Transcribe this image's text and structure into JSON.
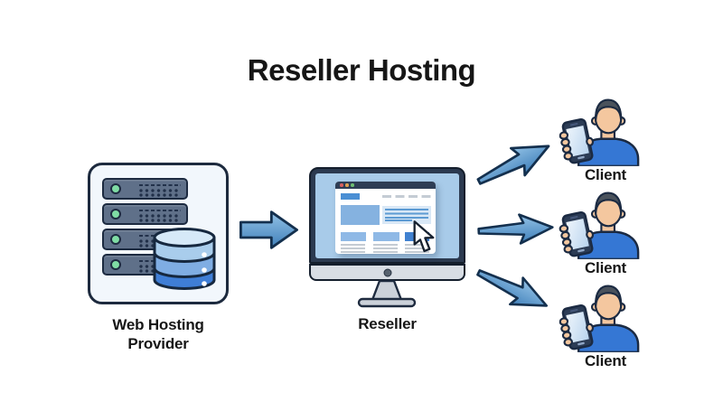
{
  "title": "Reseller Hosting",
  "provider": {
    "label_line1": "Web Hosting",
    "label_line2": "Provider"
  },
  "reseller": {
    "label": "Reseller"
  },
  "clients": [
    {
      "label": "Client"
    },
    {
      "label": "Client"
    },
    {
      "label": "Client"
    }
  ],
  "colors": {
    "background": "#ffffff",
    "text": "#161616",
    "box_fill": "#f2f7fc",
    "box_border": "#1d2a3e",
    "server_body": "#5f7089",
    "server_led": "#7fdca4",
    "db_top": "#d6e9f8",
    "db_band1": "#a9cdec",
    "db_band2": "#7fade3",
    "db_band3": "#3f7ed6",
    "arrow_fill_light": "#93c2e6",
    "arrow_fill_dark": "#4080ba",
    "arrow_outline": "#14304e",
    "monitor_bezel": "#2c3a50",
    "monitor_screen": "#a8cbe9",
    "monitor_chin": "#d8dde4",
    "stand": "#ccd2da",
    "browser_bar": "#2e3d55",
    "dot_red": "#d95f5f",
    "dot_orange": "#dd9f4e",
    "dot_green": "#6fbf73",
    "content_blue": "#4a8fd4",
    "content_blue_light": "#8fb9e6",
    "skin": "#f4c79f",
    "hair": "#4a525c",
    "shirt": "#3577d4"
  }
}
